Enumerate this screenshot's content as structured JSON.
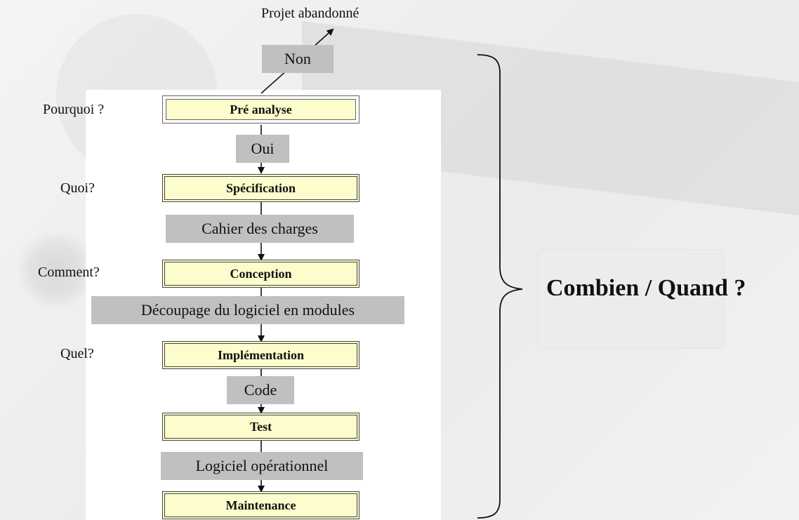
{
  "top_outcome": "Projet abandonné",
  "labels": {
    "non": "Non",
    "oui": "Oui",
    "cahier": "Cahier des charges",
    "decoupage": "Découpage du logiciel en modules",
    "code": "Code",
    "logiciel": "Logiciel opérationnel"
  },
  "steps": {
    "pre_analyse": "Pré analyse",
    "specification": "Spécification",
    "conception": "Conception",
    "implementation": "Implémentation",
    "test": "Test",
    "maintenance": "Maintenance"
  },
  "questions": {
    "pourquoi": "Pourquoi ?",
    "quoi": "Quoi?",
    "comment": "Comment?",
    "quel": "Quel?"
  },
  "brace_label": "Combien / Quand ?"
}
